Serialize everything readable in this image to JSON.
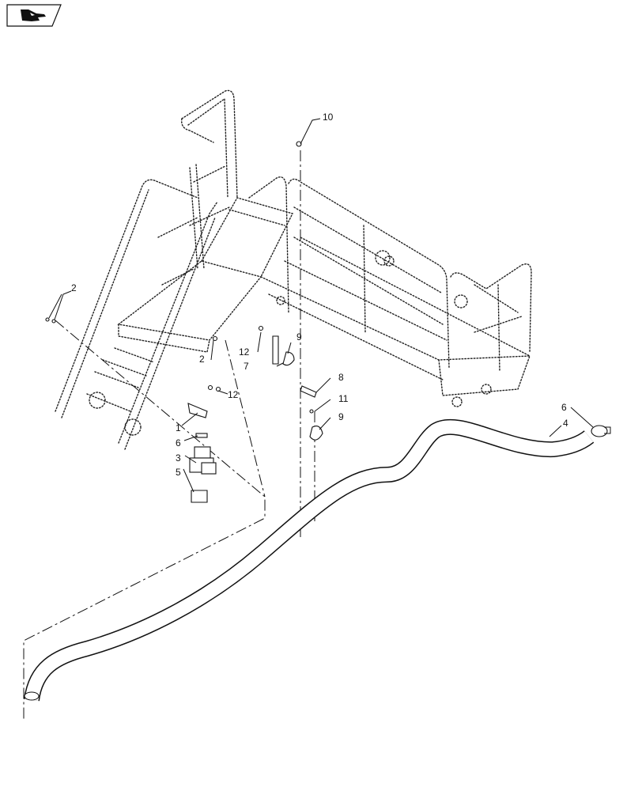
{
  "nav": {
    "icon": "pointing-hand-icon"
  },
  "callouts": {
    "c1": "1",
    "c2a": "2",
    "c2b": "2",
    "c3": "3",
    "c4": "4",
    "c5": "5",
    "c6a": "6",
    "c6b": "6",
    "c7": "7",
    "c8": "8",
    "c9a": "9",
    "c9b": "9",
    "c10": "10",
    "c11": "11",
    "c12a": "12",
    "c12b": "12"
  }
}
